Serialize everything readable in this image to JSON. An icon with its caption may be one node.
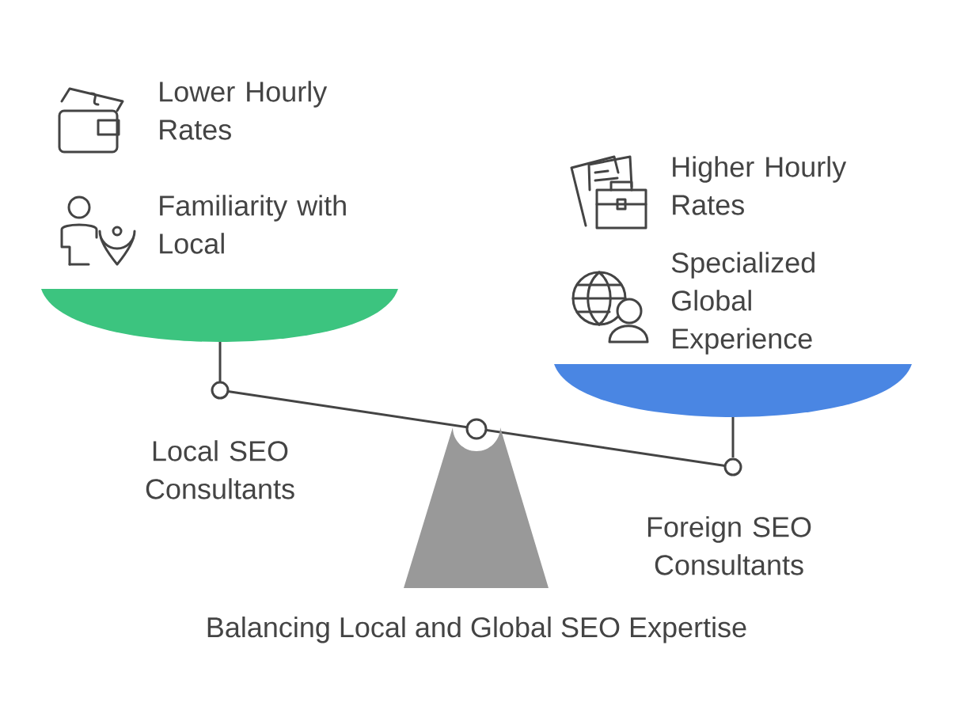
{
  "diagram": {
    "caption": "Balancing Local and Global SEO Expertise",
    "labels": [
      "Lower Hourly Rates",
      "Higher Hourly Rates",
      "Familiarity with Local",
      "Specialized Global Experience",
      "Local SEO Consultants",
      "Foreign SEO Consultants"
    ]
  }
}
